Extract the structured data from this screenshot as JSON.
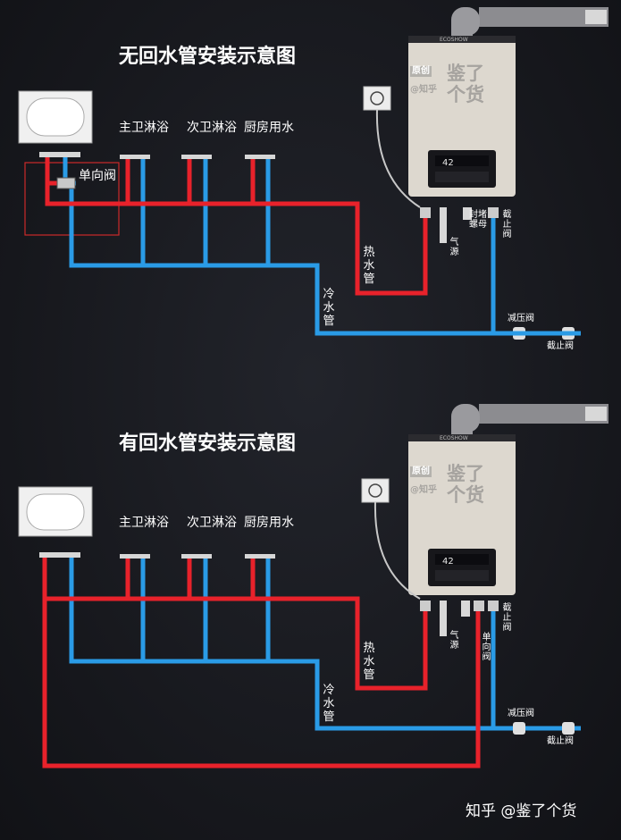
{
  "top": {
    "title": "无回水管安装示意图",
    "fixtures": [
      "主卫淋浴",
      "次卫淋浴",
      "厨房用水"
    ],
    "check_valve": "单向阀",
    "hot_pipe": "热水管",
    "cold_pipe": "冷水管",
    "gas": "气源",
    "plug_nut": "封堵螺母",
    "shutoff": "截止阀",
    "pressure_reducer": "减压阀",
    "shutoff_bottom": "截止阀"
  },
  "bottom": {
    "title": "有回水管安装示意图",
    "fixtures": [
      "主卫淋浴",
      "次卫淋浴",
      "厨房用水"
    ],
    "hot_pipe": "热水管",
    "cold_pipe": "冷水管",
    "gas": "气源",
    "check_valve": "单向阀",
    "shutoff": "截止阀",
    "pressure_reducer": "减压阀",
    "shutoff_bottom": "截止阀"
  },
  "heater": {
    "display": "42",
    "brand": "ECOSHOW",
    "watermark_line1": "鉴了",
    "watermark_line2": "个货",
    "watermark_tag": "原创",
    "watermark_site": "@知乎"
  },
  "footer": {
    "credit": "知乎 @鉴了个货"
  },
  "colors": {
    "hot": "#e8222b",
    "cold": "#2a9be6",
    "background": "#16171c",
    "highlight_box": "#cc2a2a"
  }
}
